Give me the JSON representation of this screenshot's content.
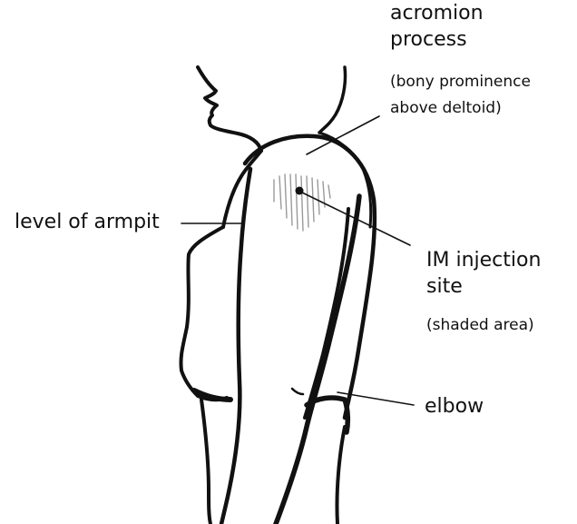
{
  "labels": {
    "acromion_title": "acromion",
    "acromion_title_2": "process",
    "acromion_note": "(bony prominence",
    "acromion_note_2": "above deltoid)",
    "armpit": "level of armpit",
    "injection_title": "IM injection",
    "injection_title_2": "site",
    "injection_note": "(shaded area)",
    "elbow": "elbow"
  },
  "colors": {
    "line": "#111111",
    "shading": "#9a9a9a",
    "background": "#ffffff"
  }
}
